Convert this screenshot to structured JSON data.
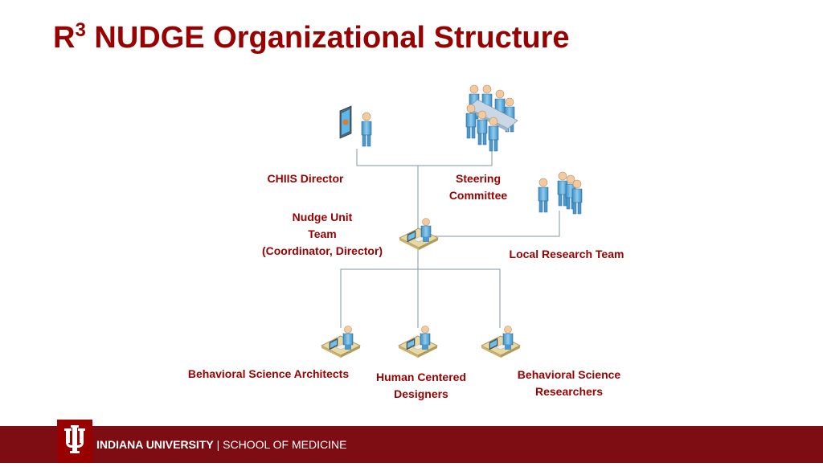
{
  "slide": {
    "title_prefix": "R",
    "title_sup": "3",
    "title_main": "NUDGE Organizational Structure"
  },
  "nodes": {
    "chiis_director": [
      "CHIIS Director"
    ],
    "steering_committee": [
      "Steering",
      "Committee"
    ],
    "nudge_unit": [
      "Nudge Unit",
      "Team",
      "(Coordinator, Director)"
    ],
    "local_research_team": [
      "Local Research Team"
    ],
    "behavioral_science_architects": [
      "Behavioral Science Architects"
    ],
    "human_centered_designers": [
      "Human Centered",
      "Designers"
    ],
    "behavioral_science_researchers": [
      "Behavioral Science",
      "Researchers"
    ]
  },
  "footer": {
    "university": "INDIANA UNIVERSITY",
    "separator": "|",
    "school": "SCHOOL OF MEDICINE"
  },
  "colors": {
    "brand_crimson": "#990000",
    "footer_bar": "#7d0c13",
    "connector": "#9aa8b4",
    "person": "#6fb6e0"
  },
  "icons": {
    "director": "person-at-monitor-icon",
    "committee": "conference-table-group-icon",
    "team": "people-group-icon",
    "worker": "person-at-desk-icon",
    "logo": "iu-trident-logo"
  }
}
